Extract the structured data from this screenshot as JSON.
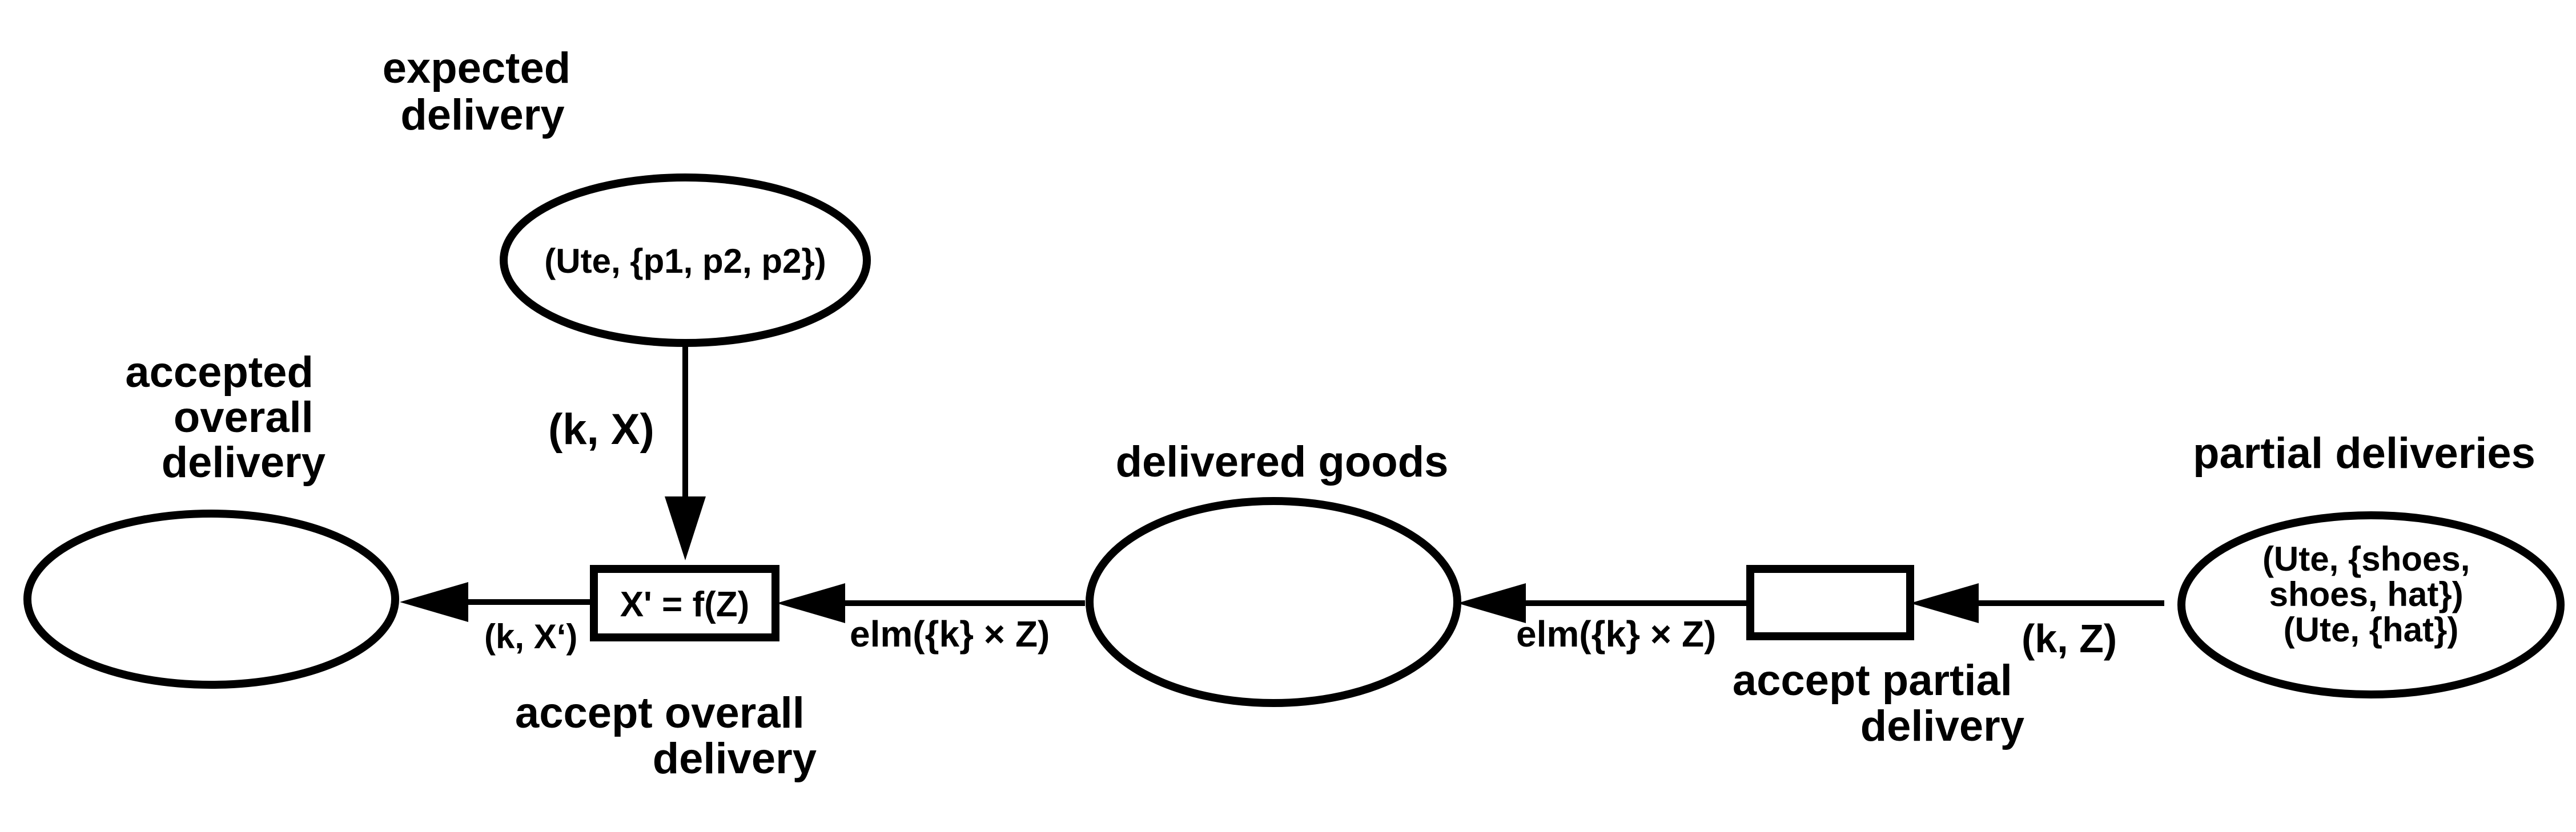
{
  "places": {
    "expected_delivery": {
      "label": [
        "expected",
        "delivery"
      ],
      "tokens": [
        "(Ute, {p1, p2, p2})"
      ]
    },
    "accepted_overall_delivery": {
      "label": [
        "accepted",
        "overall",
        "delivery"
      ],
      "tokens": []
    },
    "delivered_goods": {
      "label": [
        "delivered goods"
      ],
      "tokens": []
    },
    "partial_deliveries": {
      "label": [
        "partial deliveries"
      ],
      "tokens": [
        "(Ute, {shoes,",
        "shoes, hat})",
        "(Ute, {hat})"
      ]
    }
  },
  "transitions": {
    "accept_overall_delivery": {
      "inscription": "X' = f(Z)",
      "label": [
        "accept overall",
        "delivery"
      ]
    },
    "accept_partial_delivery": {
      "inscription": "",
      "label": [
        "accept partial",
        "delivery"
      ]
    }
  },
  "arcs": {
    "expected_to_overall": "(k, X)",
    "overall_to_accepted": "(k, X‘)",
    "delivered_to_overall": "elm({k} × Z)",
    "partial_to_delivered": "elm({k} × Z)",
    "partial_deliveries_to_partial": "(k, Z)"
  }
}
